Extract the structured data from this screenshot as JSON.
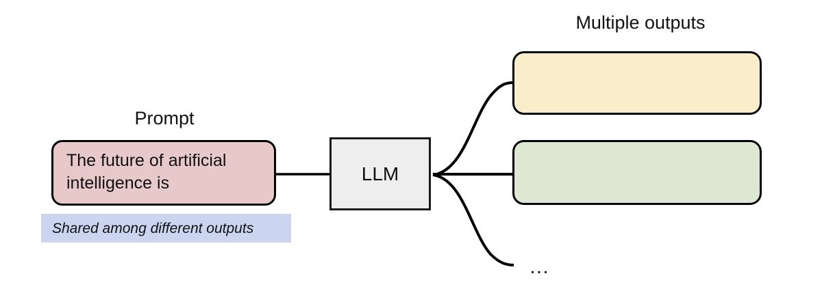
{
  "diagram": {
    "background_color": "#ffffff",
    "captions": {
      "prompt": "Prompt",
      "outputs": "Multiple outputs"
    },
    "prompt_node": {
      "text": "The future of artificial\nintelligence is",
      "fill_color": "#e8c9ca",
      "stroke_color": "#000000"
    },
    "shared_note": {
      "text": "Shared among different outputs",
      "fill_color": "#ccd5ef"
    },
    "model_node": {
      "label": "LLM",
      "fill_color": "#eeeeee",
      "stroke_color": "#1a1a1a"
    },
    "output_nodes": [
      {
        "text": "",
        "fill_color": "#faeeca",
        "stroke_color": "#000000"
      },
      {
        "text": "",
        "fill_color": "#dce8d1",
        "stroke_color": "#000000"
      }
    ],
    "more_outputs_indicator": "…",
    "edges": [
      {
        "from": "prompt-node",
        "to": "model-node",
        "style": "straight"
      },
      {
        "from": "model-node",
        "to": "output-node-1",
        "style": "curved"
      },
      {
        "from": "model-node",
        "to": "output-node-2",
        "style": "straight"
      },
      {
        "from": "model-node",
        "to": "more-outputs-indicator",
        "style": "curved"
      }
    ]
  }
}
